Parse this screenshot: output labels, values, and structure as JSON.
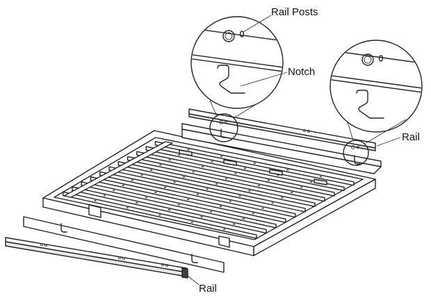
{
  "labels": {
    "rail_posts": "Rail Posts",
    "notch": "Notch",
    "rail_right": "Rail",
    "rail_bottom": "Rail"
  },
  "colors": {
    "line": "#222222",
    "background": "#ffffff",
    "shade": "#e8e8e8"
  }
}
